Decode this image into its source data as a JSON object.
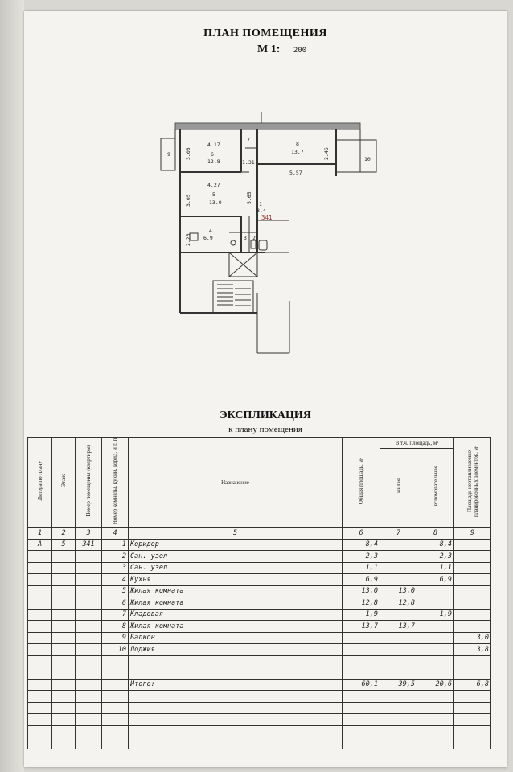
{
  "plan": {
    "title": "ПЛАН ПОМЕЩЕНИЯ",
    "scale_label": "М 1:",
    "scale_value": "200",
    "apartment_number": "341",
    "rooms": [
      {
        "number": "6",
        "area": "12.8",
        "width": "4.17",
        "depth": "3.08"
      },
      {
        "number": "5",
        "area": "13.0",
        "width": "4.27",
        "depth": "3.05"
      },
      {
        "number": "4",
        "area": "6.9",
        "depth": "2.25"
      },
      {
        "number": "8",
        "area": "13.7",
        "width": "5.57",
        "depth": "2.46"
      },
      {
        "number": "1",
        "area": "8.4",
        "length": "5.65"
      },
      {
        "number": "7",
        "width": "1.31"
      },
      {
        "number": "3"
      },
      {
        "number": "2"
      },
      {
        "number": "9"
      },
      {
        "number": "10"
      }
    ]
  },
  "explication": {
    "title": "ЭКСПЛИКАЦИЯ",
    "subtitle": "к плану помещения",
    "headers": {
      "litera": "Литера по плану",
      "floor": "Этаж",
      "apt_number": "Номер помещения (квартиры)",
      "room_number": "Номер комнаты, кухни, корид. и т. п.",
      "purpose": "Назначение",
      "total_area": "Общая площадь, м²",
      "incl_group": "В т.ч. площадь, м²",
      "living": "жилая",
      "auxiliary": "вспомогательная",
      "nonliving": "Площадь неотапливаемых планировочных элементов, м²"
    },
    "col_numbers": [
      "1",
      "2",
      "3",
      "4",
      "5",
      "6",
      "7",
      "8",
      "9"
    ],
    "rows": [
      {
        "litera": "А",
        "floor": "5",
        "apt": "341",
        "num": "1",
        "name": "Коридор",
        "total": "8,4",
        "living": "",
        "aux": "8,4",
        "nonheated": ""
      },
      {
        "litera": "",
        "floor": "",
        "apt": "",
        "num": "2",
        "name": "Сан. узел",
        "total": "2,3",
        "living": "",
        "aux": "2,3",
        "nonheated": ""
      },
      {
        "litera": "",
        "floor": "",
        "apt": "",
        "num": "3",
        "name": "Сан. узел",
        "total": "1,1",
        "living": "",
        "aux": "1,1",
        "nonheated": ""
      },
      {
        "litera": "",
        "floor": "",
        "apt": "",
        "num": "4",
        "name": "Кухня",
        "total": "6,9",
        "living": "",
        "aux": "6,9",
        "nonheated": ""
      },
      {
        "litera": "",
        "floor": "",
        "apt": "",
        "num": "5",
        "name": "Жилая комната",
        "total": "13,0",
        "living": "13,0",
        "aux": "",
        "nonheated": ""
      },
      {
        "litera": "",
        "floor": "",
        "apt": "",
        "num": "6",
        "name": "Жилая комната",
        "total": "12,8",
        "living": "12,8",
        "aux": "",
        "nonheated": ""
      },
      {
        "litera": "",
        "floor": "",
        "apt": "",
        "num": "7",
        "name": "Кладовая",
        "total": "1,9",
        "living": "",
        "aux": "1,9",
        "nonheated": ""
      },
      {
        "litera": "",
        "floor": "",
        "apt": "",
        "num": "8",
        "name": "Жилая комната",
        "total": "13,7",
        "living": "13,7",
        "aux": "",
        "nonheated": ""
      },
      {
        "litera": "",
        "floor": "",
        "apt": "",
        "num": "9",
        "name": "Балкон",
        "total": "",
        "living": "",
        "aux": "",
        "nonheated": "3,0"
      },
      {
        "litera": "",
        "floor": "",
        "apt": "",
        "num": "10",
        "name": "Лоджия",
        "total": "",
        "living": "",
        "aux": "",
        "nonheated": "3,8"
      }
    ],
    "total": {
      "label": "Итого:",
      "total": "60,1",
      "living": "39,5",
      "aux": "20,6",
      "nonheated": "6,8"
    },
    "empty_rows_before_total": 2,
    "empty_rows_after_total": 5
  }
}
